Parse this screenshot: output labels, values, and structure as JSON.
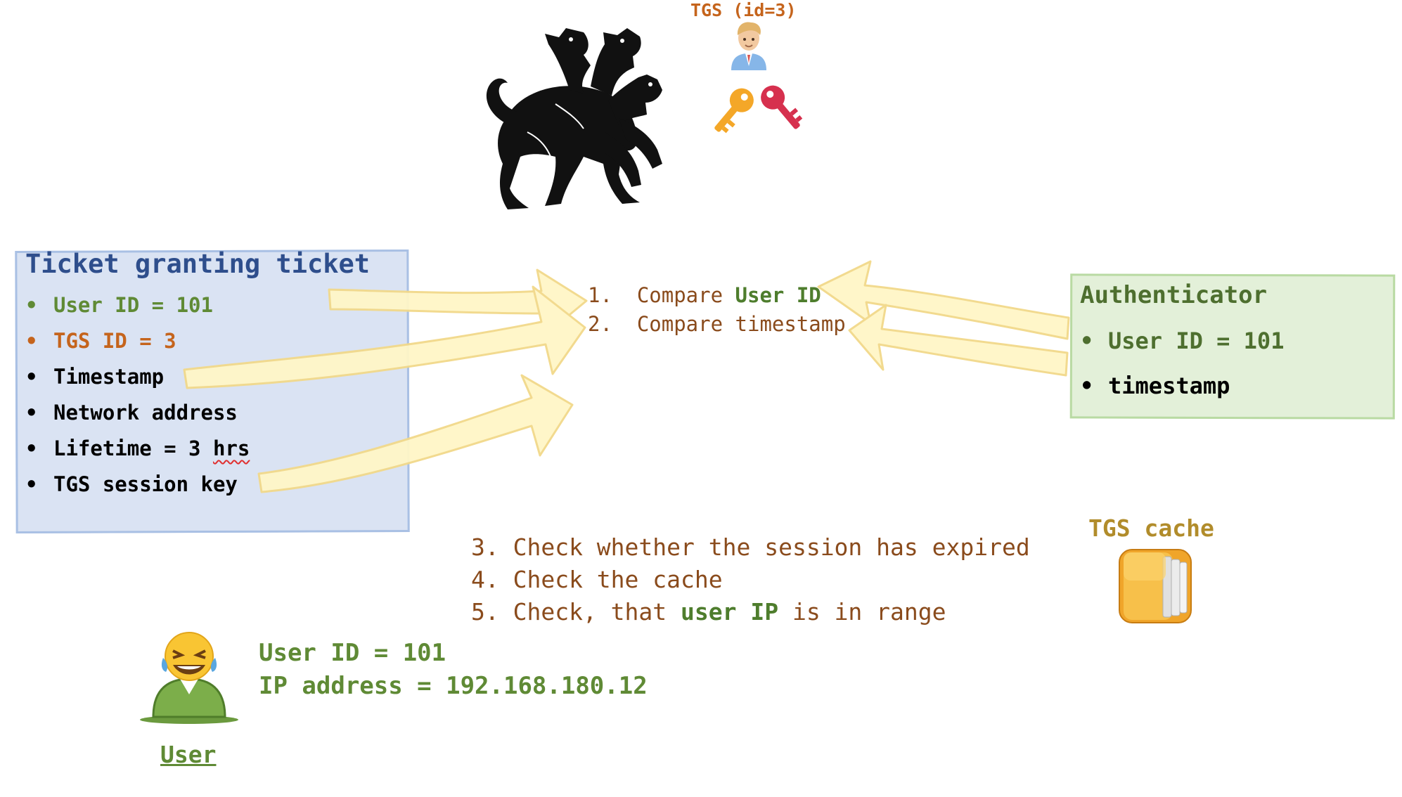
{
  "tgs": {
    "label": "TGS (id=3)",
    "icons": [
      "cerberus-icon",
      "tgs-person-icon",
      "orange-key-icon",
      "red-key-icon"
    ]
  },
  "ticket_granting_ticket": {
    "title": "Ticket granting ticket",
    "items": [
      {
        "text": "User ID = 101",
        "color": "#5f8a35"
      },
      {
        "text": "TGS ID = 3",
        "color": "#c5641c"
      },
      {
        "text": "Timestamp",
        "color": "#000000"
      },
      {
        "text": "Network address",
        "color": "#000000"
      },
      {
        "text": "Lifetime = 3 hrs",
        "color": "#000000"
      },
      {
        "text": "TGS session key",
        "color": "#000000"
      }
    ],
    "fill": "#dae3f3"
  },
  "authenticator": {
    "title": "Authenticator",
    "items": [
      {
        "text": "User ID = 101",
        "color": "#4e6f2f"
      },
      {
        "text": "timestamp",
        "color": "#000000"
      }
    ],
    "fill": "#e3f0d9"
  },
  "steps_top": {
    "step1": {
      "num": "1.",
      "pre": "Compare ",
      "hl": "User ID"
    },
    "step2": {
      "num": "2.",
      "text": "Compare timestamp"
    }
  },
  "steps_bottom": {
    "step3": "3. Check whether the session has expired",
    "step4": "4. Check the cache",
    "step5": {
      "pre": "5. Check, that ",
      "hl": "user IP",
      "post": " is in range"
    }
  },
  "cache": {
    "label": "TGS cache",
    "icon": "folder-stack-icon"
  },
  "user": {
    "label": "User",
    "icon": "laughing-user-icon",
    "user_id": "User ID = 101",
    "ip": "IP address = 192.168.180.12"
  },
  "colors": {
    "arrow_fill": "#fff6c7",
    "arrow_stroke": "#f2d98a",
    "step_text": "#8a4b1c",
    "highlight_green": "#4e7d2d"
  }
}
